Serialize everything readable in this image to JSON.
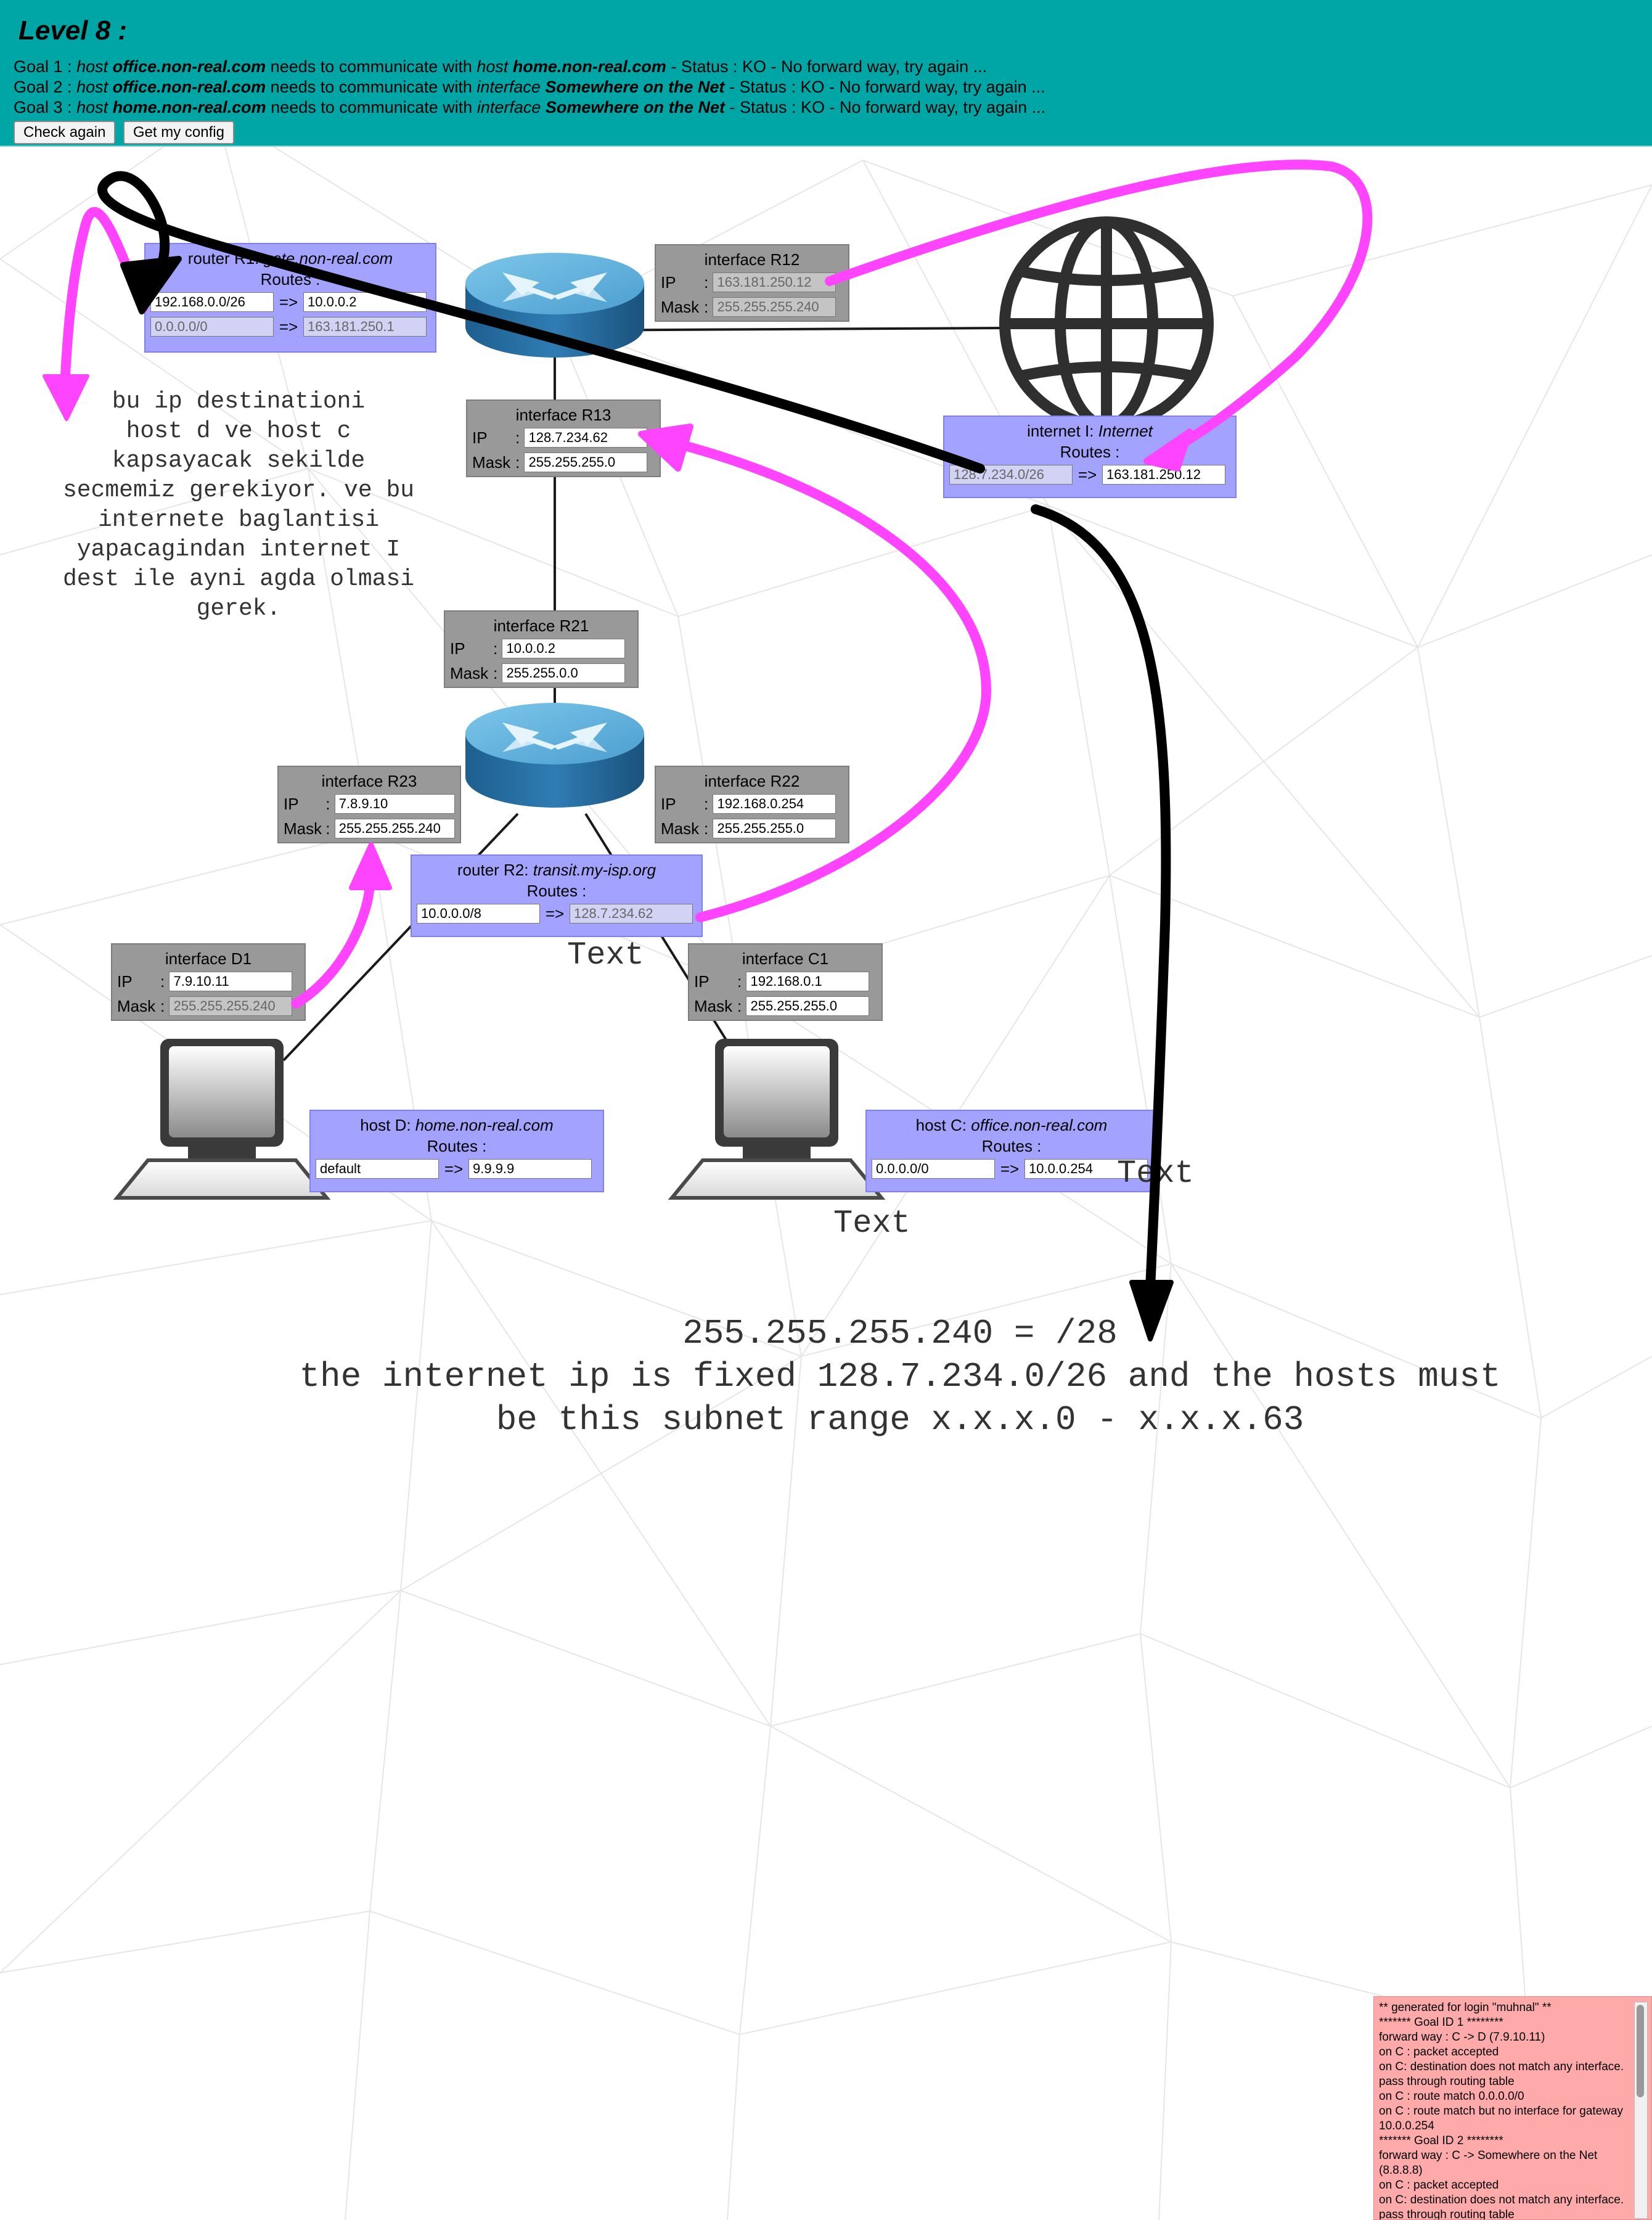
{
  "header": {
    "level": "Level 8 :",
    "goals": [
      {
        "prefix": "Goal 1 : ",
        "w1": "host ",
        "n1": "office.non-real.com",
        "mid": " needs to communicate with ",
        "w2": "host ",
        "n2": "home.non-real.com",
        "status": " - Status : KO - No forward way, try again ..."
      },
      {
        "prefix": "Goal 2 : ",
        "w1": "host ",
        "n1": "office.non-real.com",
        "mid": " needs to communicate with ",
        "w2": "interface ",
        "n2": "Somewhere on the Net",
        "status": " - Status : KO - No forward way, try again ..."
      },
      {
        "prefix": "Goal 3 : ",
        "w1": "host ",
        "n1": "home.non-real.com",
        "mid": " needs to communicate with ",
        "w2": "interface ",
        "n2": "Somewhere on the Net",
        "status": " - Status : KO - No forward way, try again ..."
      }
    ],
    "check_again": "Check again",
    "get_config": "Get my config"
  },
  "r1": {
    "title_prefix": "router R1: ",
    "title_name": "gate.non-real.com",
    "routes_label": "Routes :",
    "routes": [
      {
        "dest": "192.168.0.0/26",
        "arrow": "=>",
        "gw": "10.0.0.2"
      },
      {
        "dest": "0.0.0.0/0",
        "arrow": "=>",
        "gw": "163.181.250.1"
      }
    ]
  },
  "r12": {
    "title": "interface R12",
    "ip_label": "IP",
    "ip": "163.181.250.12",
    "mask_label": "Mask",
    "mask": "255.255.255.240"
  },
  "r13": {
    "title": "interface R13",
    "ip_label": "IP",
    "ip": "128.7.234.62",
    "mask_label": "Mask",
    "mask": "255.255.255.0"
  },
  "r21": {
    "title": "interface R21",
    "ip_label": "IP",
    "ip": "10.0.0.2",
    "mask_label": "Mask",
    "mask": "255.255.0.0"
  },
  "r22": {
    "title": "interface R22",
    "ip_label": "IP",
    "ip": "192.168.0.254",
    "mask_label": "Mask",
    "mask": "255.255.255.0"
  },
  "r23": {
    "title": "interface R23",
    "ip_label": "IP",
    "ip": "7.8.9.10",
    "mask_label": "Mask",
    "mask": "255.255.255.240"
  },
  "d1": {
    "title": "interface D1",
    "ip_label": "IP",
    "ip": "7.9.10.11",
    "mask_label": "Mask",
    "mask": "255.255.255.240"
  },
  "c1": {
    "title": "interface C1",
    "ip_label": "IP",
    "ip": "192.168.0.1",
    "mask_label": "Mask",
    "mask": "255.255.255.0"
  },
  "internet": {
    "title_prefix": "internet I: ",
    "title_name": "Internet",
    "routes_label": "Routes :",
    "routes": [
      {
        "dest": "128.7.234.0/26",
        "arrow": "=>",
        "gw": "163.181.250.12"
      }
    ]
  },
  "r2": {
    "title_prefix": "router R2: ",
    "title_name": "transit.my-isp.org",
    "routes_label": "Routes :",
    "routes": [
      {
        "dest": "10.0.0.0/8",
        "arrow": "=>",
        "gw": "128.7.234.62"
      }
    ]
  },
  "hostd": {
    "title_prefix": "host D: ",
    "title_name": "home.non-real.com",
    "routes_label": "Routes :",
    "routes": [
      {
        "dest": "default",
        "arrow": "=>",
        "gw": "9.9.9.9"
      }
    ]
  },
  "hostc": {
    "title_prefix": "host C: ",
    "title_name": "office.non-real.com",
    "routes_label": "Routes :",
    "routes": [
      {
        "dest": "0.0.0.0/0",
        "arrow": "=>",
        "gw": "10.0.0.254"
      }
    ]
  },
  "notes": {
    "turkish": "bu ip destinationi\nhost d ve host c\nkapsayacak sekilde\nsecmemiz gerekiyor. ve bu\ninternete baglantisi\nyapacagindan internet I\ndest ile ayni agda olmasi\ngerek.",
    "text_a": "Text",
    "text_b": "Text",
    "text_c": "Text",
    "subnet": "255.255.255.240 = /28\nthe internet ip is fixed 128.7.234.0/26 and the hosts must\nbe this subnet range x.x.x.0 - x.x.x.63"
  },
  "log": [
    "** generated for login \"muhnal\" **",
    "******* Goal ID 1 ********",
    "forward way : C -> D (7.9.10.11)",
    "on C : packet accepted",
    "on C: destination does not match any interface. pass through routing table",
    "on C : route match 0.0.0.0/0",
    "on C : route match but no interface for gateway 10.0.0.254",
    "******* Goal ID 2 ********",
    "forward way : C -> Somewhere on the Net (8.8.8.8)",
    "on C : packet accepted",
    "on C: destination does not match any interface. pass through routing table"
  ],
  "colors": {
    "header": "#00a6a6",
    "gray_box": "#999999",
    "blue_box": "#a3a3ff",
    "log_bg": "#ffaaaa",
    "annot_magenta": "#ff44ff",
    "annot_black": "#000000"
  },
  "icons": [
    "router-icon",
    "globe-icon",
    "computer-icon"
  ]
}
